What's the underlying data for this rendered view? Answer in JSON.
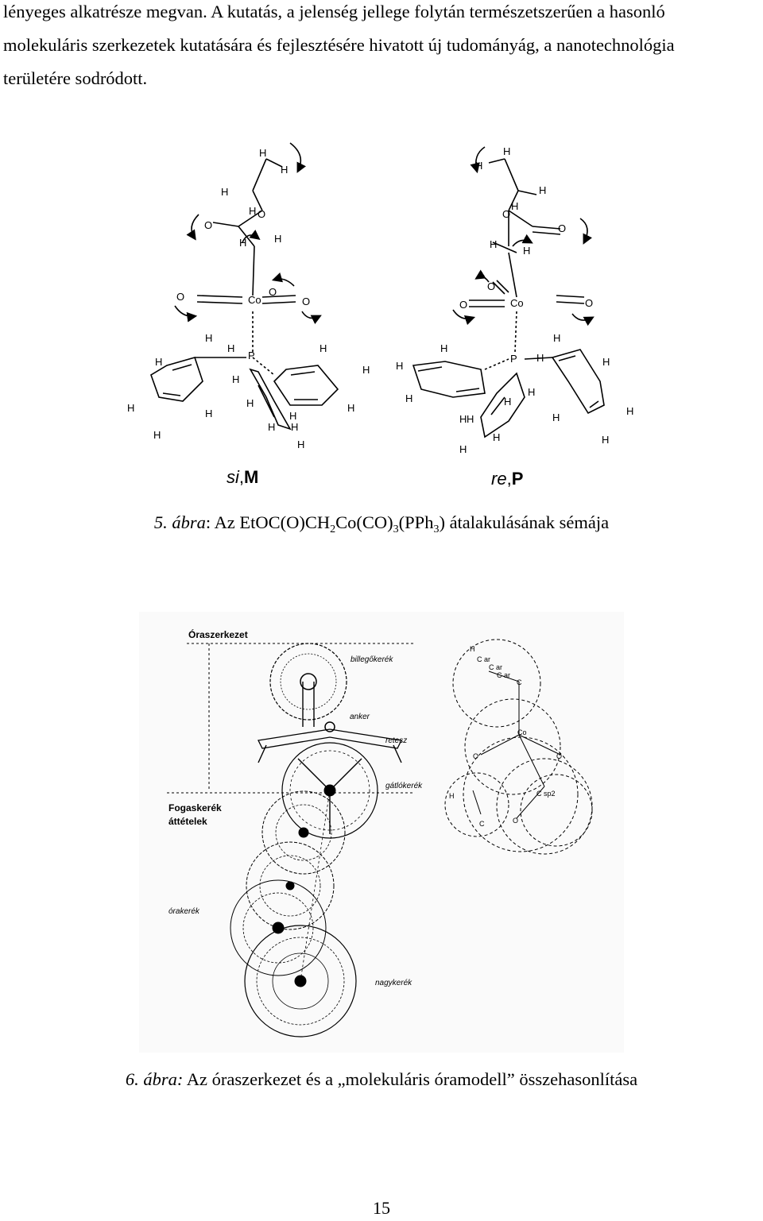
{
  "paragraph": {
    "line1": "lényeges alkatrésze megvan. A kutatás, a jelenség jellege folytán természetszerűen a hasonló",
    "line2": "molekuláris szerkezetek kutatására és fejlesztésére hivatott új tudományág, a nanotechnológia",
    "line3": "területére sodródott."
  },
  "figure5": {
    "labels": {
      "left_prefix": "si",
      "left_suffix": "M",
      "right_prefix": "re",
      "right_suffix": "P",
      "comma": ","
    },
    "atoms": {
      "H": "H",
      "O": "O",
      "Co": "Co",
      "P": "P"
    },
    "caption": {
      "number": "5. ábra",
      "sep": ": ",
      "pre": "Az EtOC(O)CH",
      "sub1": "2",
      "mid": "Co(CO)",
      "sub2": "3",
      "mid2": "(PPh",
      "sub3": "3",
      "post": ") átalakulásának sémája"
    }
  },
  "figure6": {
    "labels": {
      "title": "Óraszerkezet",
      "billego": "billegőkerék",
      "anker": "anker",
      "retesz": "retesz",
      "gatlo": "gátlókerék",
      "fogas1": "Fogaskerék",
      "fogas2": "áttételek",
      "ora": "órakerék",
      "nagy": "nagykerék"
    },
    "mol_labels": {
      "h": "H",
      "car1": "C ar",
      "car2": "C ar",
      "car3": "C ar",
      "c": "C",
      "co": "Co",
      "o": "O",
      "sp2": "C sp2"
    },
    "caption": {
      "number": "6. ábra:",
      "text": " Az óraszerkezet és a „molekuláris óramodell” összehasonlítása"
    }
  },
  "page_number": "15"
}
